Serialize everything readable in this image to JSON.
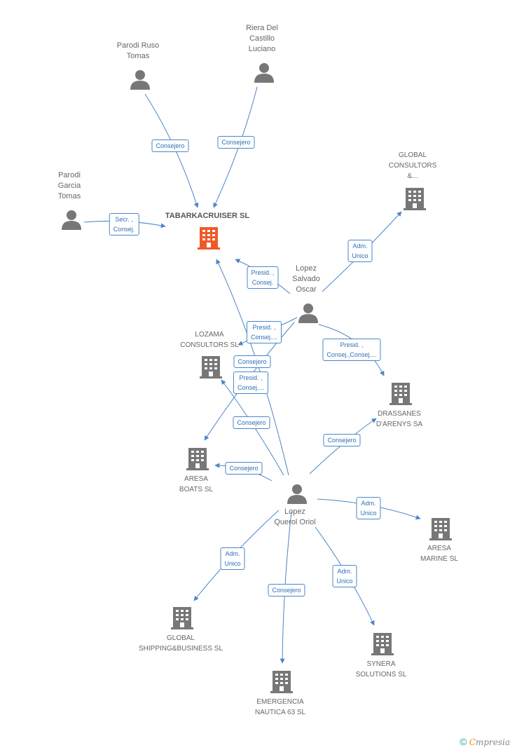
{
  "diagram": {
    "center": "TABARKACRUISER SL",
    "people": {
      "parodi_ruso": "Parodi Ruso\nTomas",
      "riera": "Riera Del\nCastillo\nLuciano",
      "parodi_garcia": "Parodi\nGarcia\nTomas",
      "lopez_salvado": "Lopez\nSalvado\nOscar",
      "lopez_querol": "Lopez\nQuerol Oriol"
    },
    "companies": {
      "global_consultors": "GLOBAL\nCONSULTORS\n&...",
      "lozama": "LOZAMA\nCONSULTORS SL",
      "drassanes": "DRASSANES\nD'ARENYS SA",
      "aresa_boats": "ARESA\nBOATS SL",
      "aresa_marine": "ARESA\nMARINE  SL",
      "global_shipping": "GLOBAL\nSHIPPING&BUSINESS SL",
      "synera": "SYNERA\nSOLUTIONS SL",
      "emergencia": "EMERGENCIA\nNAUTICA 63 SL"
    },
    "roles": {
      "r_parodi_ruso": "Consejero",
      "r_riera": "Consejero",
      "r_parodi_garcia": "Secr. ,\nConsej.",
      "r_salvado_main": "Presid. ,\nConsej.",
      "r_salvado_global": "Adm.\nUnico",
      "r_salvado_lozama": "Presid. ,\nConsej....",
      "r_salvado_drassanes": "Presid. ,\nConsej.,Consej....",
      "r_querol_lozama": "Consejero",
      "r_querol_main": "Presid. ,\nConsej....",
      "r_querol_aresa_boats_a": "Consejero",
      "r_querol_aresa_boats_b": "Consejero",
      "r_querol_drassanes": "Consejero",
      "r_querol_marine": "Adm.\nUnico",
      "r_querol_shipping": "Adm.\nUnico",
      "r_querol_emergencia": "Consejero",
      "r_querol_synera": "Adm.\nUnico"
    }
  },
  "colors": {
    "edge": "#4a86c8",
    "icon_gray": "#777777",
    "icon_main": "#f05a28"
  },
  "footer": {
    "copyright": "©",
    "brand_first": "C",
    "brand_rest": "mpresia"
  }
}
